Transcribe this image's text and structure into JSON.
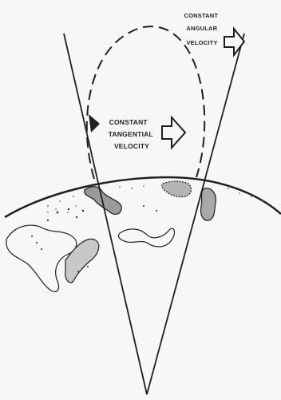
{
  "labels": {
    "angular": [
      "CONSTANT",
      "ANGULAR",
      "VELOCITY"
    ],
    "tangential": [
      "CONSTANT",
      "TANGENTIAL",
      "VELOCITY"
    ]
  },
  "colors": {
    "ink": "#1f1f1f",
    "background": "#f7f7f5",
    "land_fill": "#9a9a98"
  },
  "icons": {
    "angular_arrow": "hollow-right-arrow-icon",
    "tangential_arrow": "hollow-right-arrow-icon",
    "tangential_marker": "black-triangle-marker-icon"
  }
}
